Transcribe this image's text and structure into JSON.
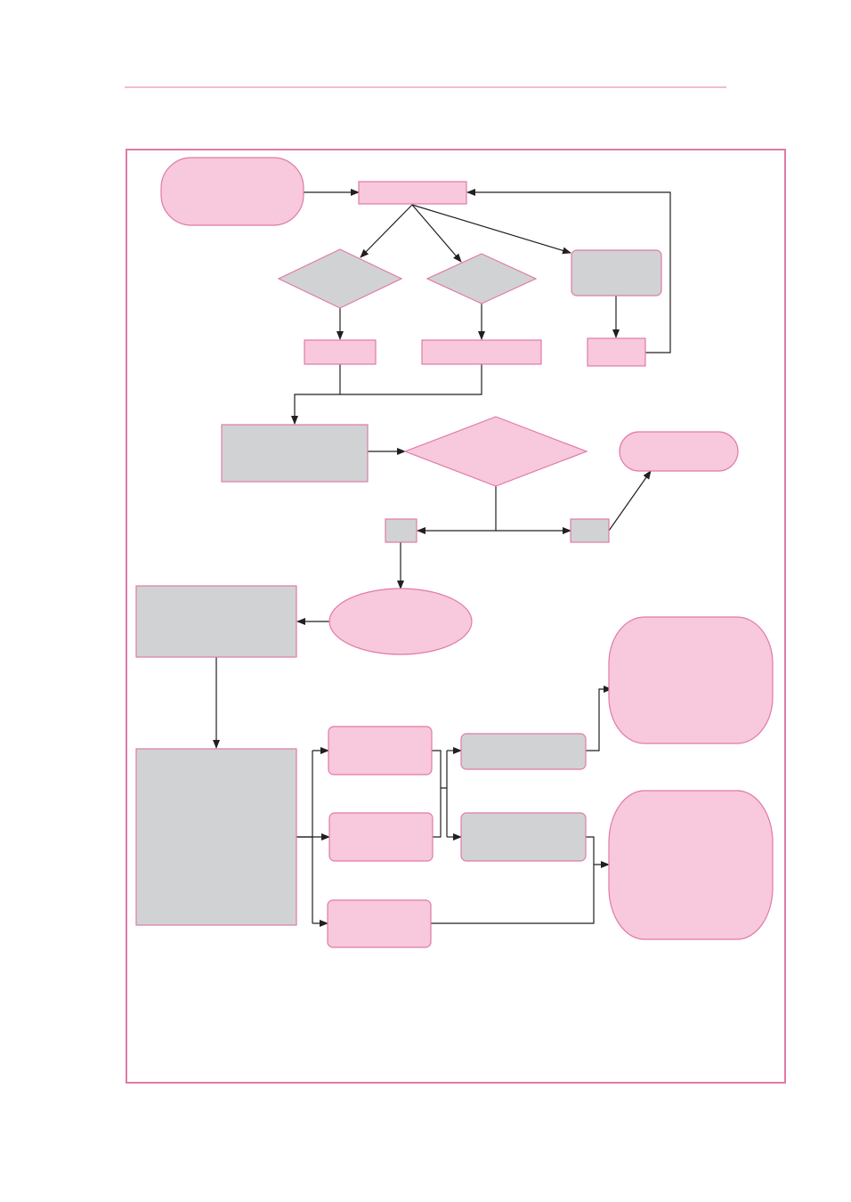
{
  "colors": {
    "pink_fill": "#f8c8dc",
    "pink_stroke": "#e07aa8",
    "grey_fill": "#d1d2d4",
    "arrow": "#231f20"
  },
  "diagram": {
    "type": "flowchart",
    "nodes": [
      {
        "id": "start",
        "shape": "rounded",
        "fill": "pink",
        "label": ""
      },
      {
        "id": "step1",
        "shape": "rect",
        "fill": "pink",
        "label": ""
      },
      {
        "id": "decision-a",
        "shape": "diamond",
        "fill": "grey",
        "label": ""
      },
      {
        "id": "decision-b",
        "shape": "diamond",
        "fill": "grey",
        "label": ""
      },
      {
        "id": "process-c",
        "shape": "rounded",
        "fill": "grey",
        "label": ""
      },
      {
        "id": "outcome-a",
        "shape": "rect",
        "fill": "pink",
        "label": ""
      },
      {
        "id": "outcome-b",
        "shape": "rect",
        "fill": "pink",
        "label": ""
      },
      {
        "id": "outcome-c",
        "shape": "rect",
        "fill": "pink",
        "label": ""
      },
      {
        "id": "process-main",
        "shape": "rect",
        "fill": "grey",
        "label": ""
      },
      {
        "id": "decision-main",
        "shape": "diamond",
        "fill": "pink",
        "label": ""
      },
      {
        "id": "end-terminal",
        "shape": "rounded",
        "fill": "pink",
        "label": ""
      },
      {
        "id": "branch-left",
        "shape": "rect",
        "fill": "grey",
        "label": ""
      },
      {
        "id": "branch-right",
        "shape": "rect",
        "fill": "grey",
        "label": ""
      },
      {
        "id": "ellipse-node",
        "shape": "ellipse",
        "fill": "pink",
        "label": ""
      },
      {
        "id": "process-info",
        "shape": "rect",
        "fill": "grey",
        "label": ""
      },
      {
        "id": "process-list",
        "shape": "rect",
        "fill": "grey",
        "label": ""
      },
      {
        "id": "option-1",
        "shape": "rounded",
        "fill": "pink",
        "label": ""
      },
      {
        "id": "option-2",
        "shape": "rounded",
        "fill": "pink",
        "label": ""
      },
      {
        "id": "option-3",
        "shape": "rounded",
        "fill": "pink",
        "label": ""
      },
      {
        "id": "result-1",
        "shape": "rounded",
        "fill": "grey",
        "label": ""
      },
      {
        "id": "result-2",
        "shape": "rounded",
        "fill": "grey",
        "label": ""
      },
      {
        "id": "final-1",
        "shape": "capsule",
        "fill": "pink",
        "label": ""
      },
      {
        "id": "final-2",
        "shape": "capsule",
        "fill": "pink",
        "label": ""
      }
    ],
    "edges": [
      {
        "from": "start",
        "to": "step1"
      },
      {
        "from": "step1",
        "to": "decision-a"
      },
      {
        "from": "step1",
        "to": "decision-b"
      },
      {
        "from": "step1",
        "to": "process-c"
      },
      {
        "from": "decision-a",
        "to": "outcome-a"
      },
      {
        "from": "decision-b",
        "to": "outcome-b"
      },
      {
        "from": "process-c",
        "to": "outcome-c"
      },
      {
        "from": "outcome-c",
        "to": "step1"
      },
      {
        "from": "outcome-a",
        "to": "process-main"
      },
      {
        "from": "outcome-b",
        "to": "process-main"
      },
      {
        "from": "process-main",
        "to": "decision-main"
      },
      {
        "from": "decision-main",
        "to": "branch-left"
      },
      {
        "from": "decision-main",
        "to": "branch-right"
      },
      {
        "from": "branch-right",
        "to": "end-terminal"
      },
      {
        "from": "branch-left",
        "to": "ellipse-node"
      },
      {
        "from": "ellipse-node",
        "to": "process-info"
      },
      {
        "from": "process-info",
        "to": "process-list"
      },
      {
        "from": "process-list",
        "to": "option-1"
      },
      {
        "from": "process-list",
        "to": "option-2"
      },
      {
        "from": "process-list",
        "to": "option-3"
      },
      {
        "from": "option-1",
        "to": "result-1"
      },
      {
        "from": "option-1",
        "to": "result-2"
      },
      {
        "from": "option-2",
        "to": "result-1"
      },
      {
        "from": "option-2",
        "to": "result-2"
      },
      {
        "from": "result-1",
        "to": "final-1"
      },
      {
        "from": "result-2",
        "to": "final-2"
      },
      {
        "from": "option-3",
        "to": "final-2"
      }
    ]
  }
}
